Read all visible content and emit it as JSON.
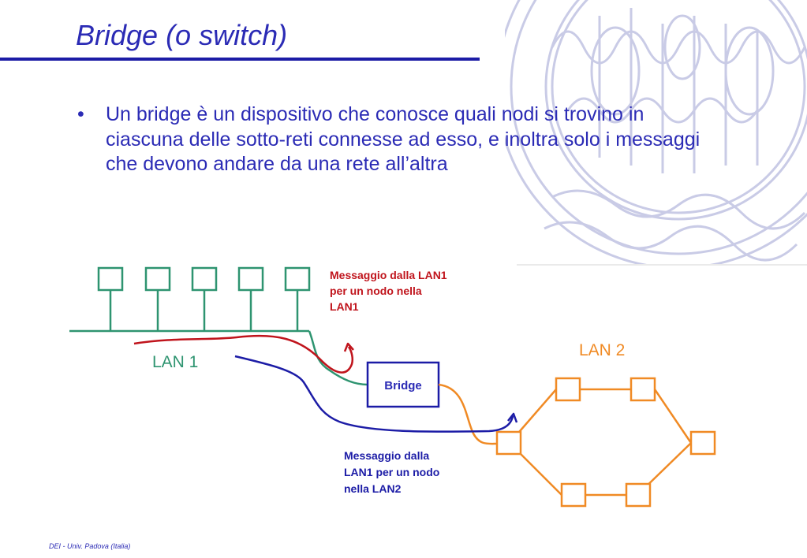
{
  "slide": {
    "title": "Bridge (o switch)",
    "bullet_symbol": "•",
    "bullet_text": "Un bridge è un dispositivo che conosce quali nodi si trovino in ciascuna delle sotto-reti connesse ad esso, e inoltra solo i messaggi che devono andare da una rete all’altra",
    "footer": "DEI - Univ. Padova (Italia)"
  },
  "diagram": {
    "lan1_label": "LAN 1",
    "lan2_label": "LAN 2",
    "bridge_label": "Bridge",
    "msg_lan1_lines": [
      "Messaggio dalla LAN1",
      "per un nodo nella",
      "LAN1"
    ],
    "msg_lan2_lines": [
      "Messaggio dalla",
      "LAN1 per un nodo",
      "nella LAN2"
    ],
    "colors": {
      "lan1": "#2e9470",
      "lan2": "#f08a24",
      "bridge": "#1c1ca6",
      "msg_local": "#c0141c",
      "msg_cross": "#1c1ca6",
      "text_blue": "#2b2bb5",
      "seal": "#c9cbe6"
    }
  }
}
